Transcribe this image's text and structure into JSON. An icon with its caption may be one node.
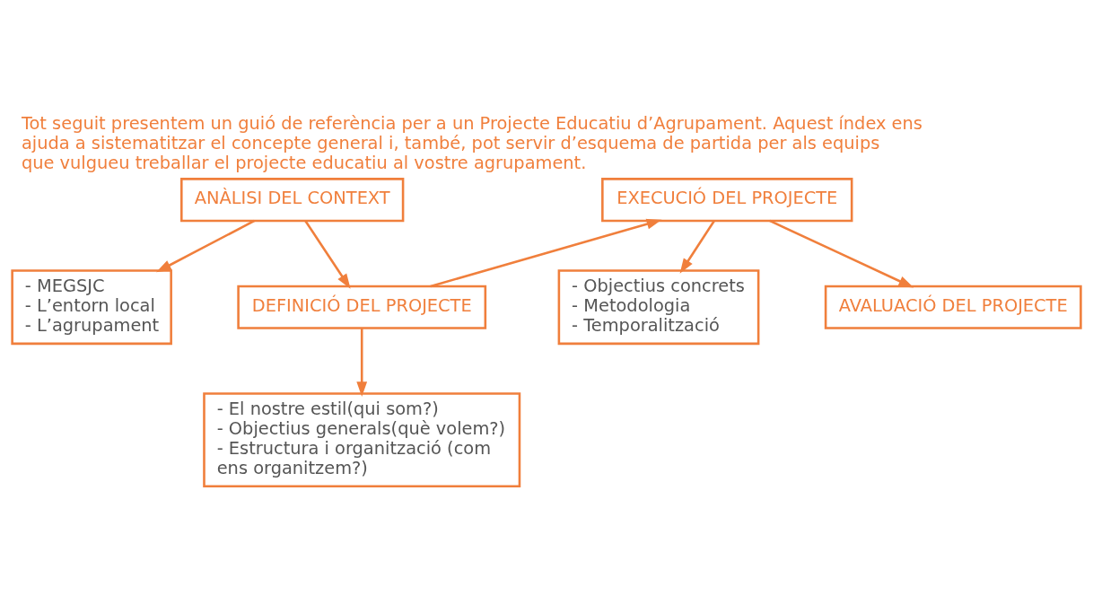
{
  "diagram": {
    "title": "Tot seguit presentem un guió de referència per a un Projecte Educatiu d’Agrupament. Aquest índex ens ajuda a sistematitzar el concepte general i, també, pot servir d’esquema de partida per als equips que vulgueu treballar el projecte educatiu al vostre agrupament.",
    "nodes": [
      {
        "text": [
          "ANÀLISI DEL CONTEXT"
        ]
      },
      {
        "text": [
          "- MEGSJC",
          "- L’entorn local",
          "- L’agrupament"
        ]
      },
      {
        "text": [
          "EXECUCIÓ DEL PROJECTE"
        ]
      },
      {
        "text": [
          "- Objectius concrets",
          "- Metodologia",
          "- Temporalització"
        ]
      },
      {
        "text": [
          "DEFINICIÓ DEL PROJECTE"
        ]
      },
      {
        "text": [
          "- El nostre estil(qui som?)",
          "- Objectius generals(què volem?)",
          "- Estructura i organització (com ens organitzem?)"
        ]
      },
      {
        "text": [
          "AVALUACIÓ DEL PROJECTE"
        ]
      }
    ],
    "edges": [
      {
        "from": 0,
        "to": 1,
        "arrow": "to"
      },
      {
        "from": 0,
        "to": 4,
        "arrow": "to"
      },
      {
        "from": 4,
        "to": 2,
        "arrow": "to"
      },
      {
        "from": 2,
        "to": 3,
        "arrow": "to"
      },
      {
        "from": 2,
        "to": 6,
        "arrow": "to"
      },
      {
        "from": 4,
        "to": 5,
        "arrow": "to"
      }
    ]
  }
}
